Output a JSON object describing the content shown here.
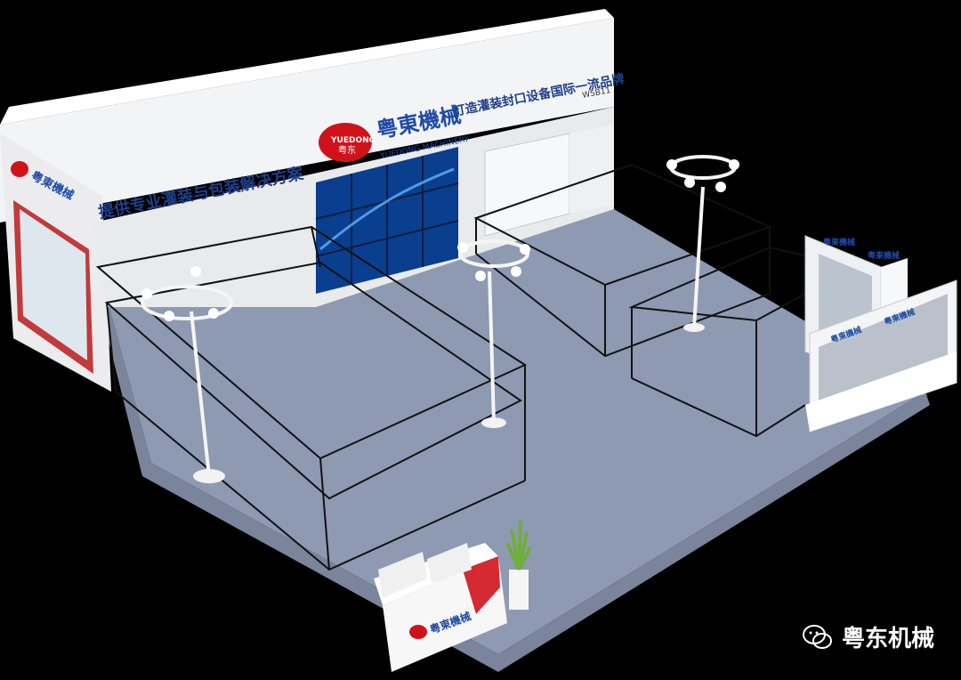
{
  "brand_logo_text": "YUEDONG",
  "brand_logo_cn": "粤东",
  "brand_name": "粤東機械",
  "brand_name_en": "YUEDONG MACHINERY",
  "left_slogan": "提供专业灌装与包装解决方案",
  "right_slogan": "打造灌装封口设备国际一流品牌",
  "booth_number": "W5B11",
  "side_logo": "粤東機械",
  "cabinet_labels": [
    "粤東機械",
    "粤東機械",
    "粤東機械",
    "粤東機械"
  ],
  "reception_label": "粤東機械",
  "watermark": "粤东机械",
  "colors": {
    "accent_red": "#d0131b",
    "brand_blue": "#1f4aa6",
    "floor": "#8f9bb3",
    "wall": "#f4f5f7"
  }
}
